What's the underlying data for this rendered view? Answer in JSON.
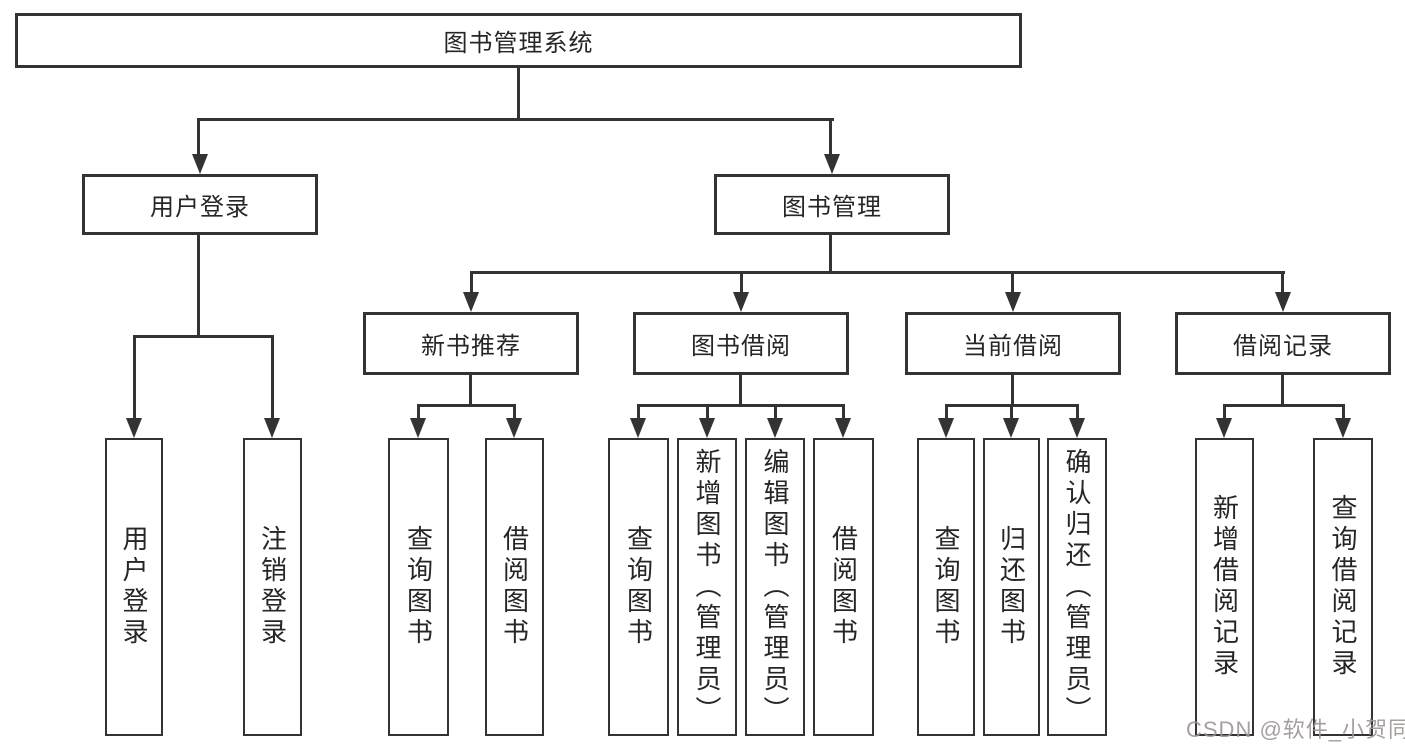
{
  "tree": {
    "root": "图书管理系统",
    "branches": [
      {
        "label": "用户登录",
        "children": [
          "用户登录",
          "注销登录"
        ]
      },
      {
        "label": "图书管理",
        "groups": [
          {
            "label": "新书推荐",
            "children": [
              "查询图书",
              "借阅图书"
            ]
          },
          {
            "label": "图书借阅",
            "children": [
              "查询图书",
              "新增图书（管理员）",
              "编辑图书（管理员）",
              "借阅图书"
            ]
          },
          {
            "label": "当前借阅",
            "children": [
              "查询图书",
              "归还图书",
              "确认归还（管理员）"
            ]
          },
          {
            "label": "借阅记录",
            "children": [
              "新增借阅记录",
              "查询借阅记录"
            ]
          }
        ]
      }
    ]
  },
  "watermark": {
    "text": "CSDN @软件_小贺同学",
    "color": "#9e9494"
  },
  "colors": {
    "line": "#333333",
    "text": "#262626",
    "background": "#ffffff",
    "box_fill": "#ffffff"
  }
}
